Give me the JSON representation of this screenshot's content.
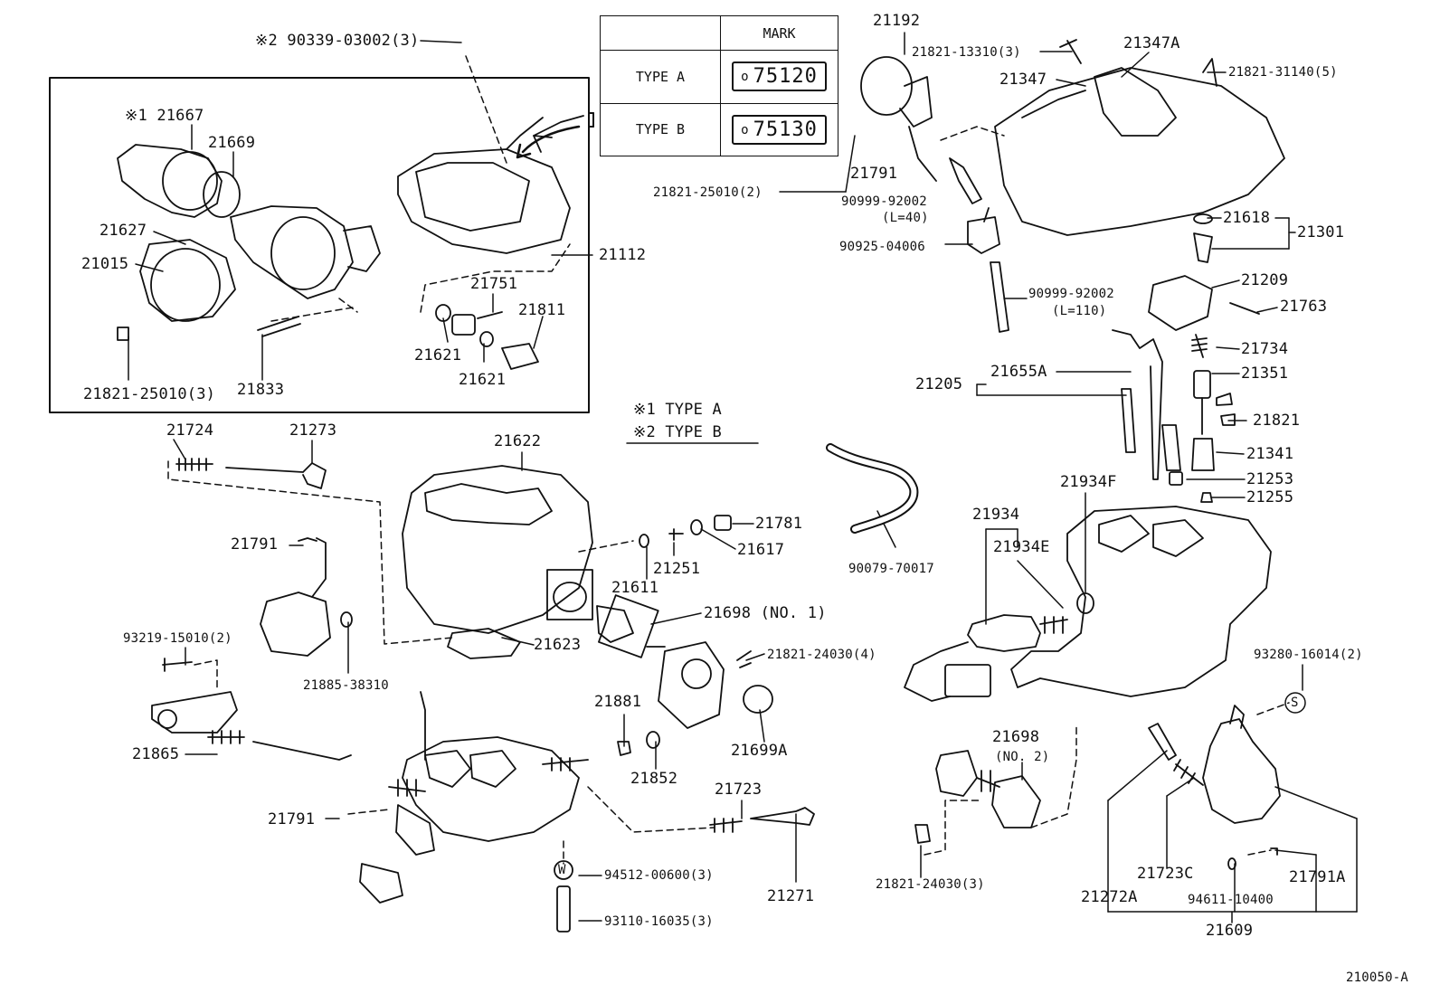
{
  "mark_table": {
    "header": "MARK",
    "rows": [
      {
        "type": "TYPE  A",
        "mark": "75120",
        "mark_prefix": "o"
      },
      {
        "type": "TYPE  B",
        "mark": "75130",
        "mark_prefix": "o"
      }
    ]
  },
  "legend": {
    "note1": "※1 TYPE  A",
    "note2": "※2 TYPE  B"
  },
  "drawing_number": "210050-A",
  "parts": {
    "p1": "※2  90339-03002(3)",
    "p2": "※1  21667",
    "p3": "21669",
    "p4": "21627",
    "p5": "21015",
    "p6": "21821-25010(3)",
    "p7": "21833",
    "p8": "21751",
    "p9": "21811",
    "p10": "21621",
    "p11": "21621",
    "p12": "21112",
    "p13": "21192",
    "p14": "21821-13310(3)",
    "p15": "21347A",
    "p16": "21347",
    "p17": "21821-31140(5)",
    "p18": "21791",
    "p19": "21821-25010(2)",
    "p20": "90999-92002",
    "p21": "(L=40)",
    "p22": "90925-04006",
    "p23": "90999-92002",
    "p24": "(L=110)",
    "p25": "21618",
    "p26": "21301",
    "p27": "21209",
    "p28": "21763",
    "p29": "21734",
    "p30": "21351",
    "p31": "21205",
    "p32": "21655A",
    "p33": "21821",
    "p34": "21341",
    "p35": "21253",
    "p36": "21255",
    "p37": "21724",
    "p38": "21273",
    "p39": "21622",
    "p40": "21791",
    "p41": "93219-15010(2)",
    "p42": "21885-38310",
    "p43": "21865",
    "p44": "21623",
    "p45": "21611",
    "p46": "21251",
    "p47": "21781",
    "p48": "21617",
    "p49": "21698  (NO. 1)",
    "p50": "21821-24030(4)",
    "p51": "21881",
    "p52": "21852",
    "p53": "21699A",
    "p54": "21723",
    "p55": "21271",
    "p56": "21791",
    "p57": "94512-00600(3)",
    "p58": "93110-16035(3)",
    "p59": "90079-70017",
    "p60": "21934F",
    "p61": "21934",
    "p62": "21934E",
    "p63": "93280-16014(2)",
    "p64": "21698",
    "p65": "(NO. 2)",
    "p66": "21821-24030(3)",
    "p67": "21723C",
    "p68": "21791A",
    "p69": "21272A",
    "p70": "94611-10400",
    "p71": "21609"
  },
  "symbols": {
    "w_mark": "W",
    "s_mark": "S"
  }
}
